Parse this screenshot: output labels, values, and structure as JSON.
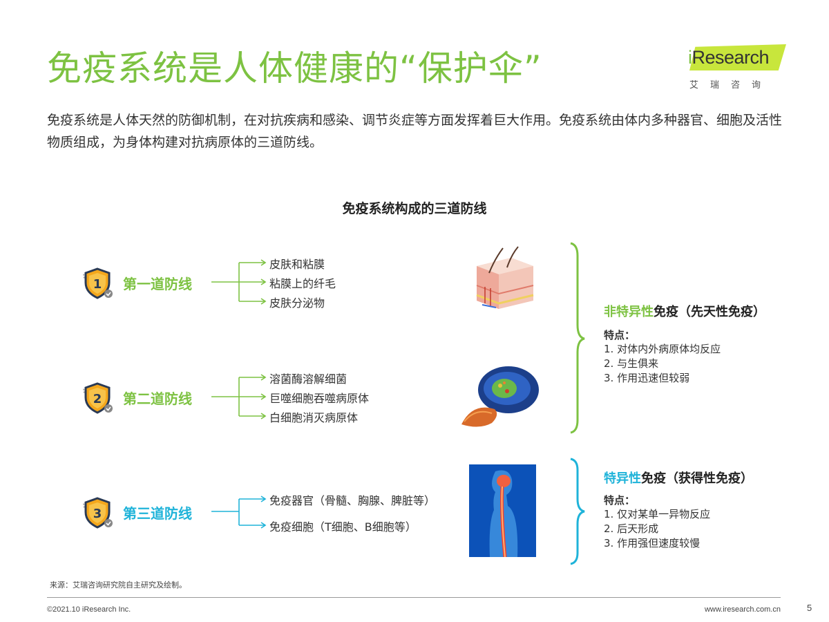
{
  "header": {
    "title": "免疫系统是人体健康的“保护伞”",
    "logo_i": "i",
    "logo_rest": "Research",
    "logo_sub": "艾瑞咨询"
  },
  "intro": "免疫系统是人体天然的防御机制，在对抗疾病和感染、调节炎症等方面发挥着巨大作用。免疫系统由体内多种器官、细胞及活性物质组成，为身体构建对抗病原体的三道防线。",
  "diagram": {
    "title": "免疫系统构成的三道防线",
    "lines": [
      {
        "number": "1",
        "label": "第一道防线",
        "color": "#7dc242",
        "items": [
          "皮肤和粘膜",
          "粘膜上的纤毛",
          "皮肤分泌物"
        ]
      },
      {
        "number": "2",
        "label": "第二道防线",
        "color": "#7dc242",
        "items": [
          "溶菌酶溶解细菌",
          "巨噬细胞吞噬病原体",
          "白细胞消灭病原体"
        ]
      },
      {
        "number": "3",
        "label": "第三道防线",
        "color": "#1fb3d9",
        "items": [
          "免疫器官（骨髓、胸腺、脾脏等）",
          "免疫细胞（T细胞、B细胞等）"
        ]
      }
    ],
    "nonspecific": {
      "title_highlight": "非特异性",
      "title_rest": "免疫（先天性免疫）",
      "features_label": "特点：",
      "features": [
        "1. 对体内外病原体均反应",
        "2. 与生俱来",
        "3. 作用迅速但较弱"
      ]
    },
    "specific": {
      "title_highlight": "特异性",
      "title_rest": "免疫（获得性免疫）",
      "features_label": "特点：",
      "features": [
        "1. 仅对某单一异物反应",
        "2. 后天形成",
        "3. 作用强但速度较慢"
      ]
    }
  },
  "footer": {
    "source": "来源：艾瑞咨询研究院自主研究及绘制。",
    "copyright": "©2021.10 iResearch Inc.",
    "website": "www.iresearch.com.cn",
    "page": "5"
  }
}
